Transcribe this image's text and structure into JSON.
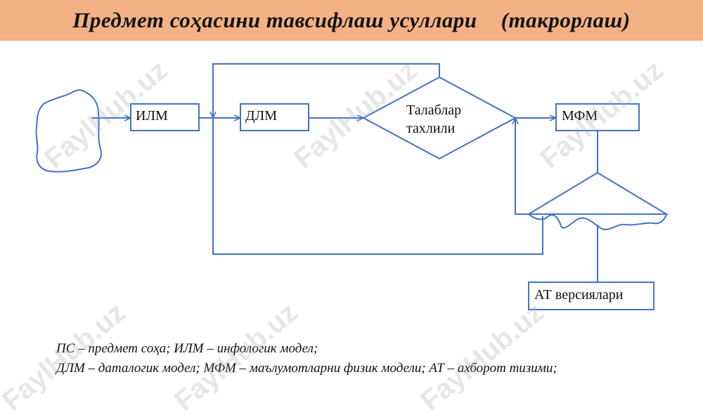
{
  "header": {
    "title_main": "Предмет соҳасини тавсифлаш усуллари",
    "title_note": "(такрорлаш)",
    "background": "#f4b183"
  },
  "diagram": {
    "line_color": "#4472c4",
    "nodes": {
      "ilm": "ИЛМ",
      "dlm": "ДЛМ",
      "requirements_line1": "Талаблар",
      "requirements_line2": "тахлили",
      "mfm": "МФМ",
      "at_versions": "АТ версиялари"
    }
  },
  "legend": {
    "line1": "ПС – предмет соҳа; ИЛМ – инфологик модел;",
    "line2": "ДЛМ – даталогик модел; МФМ – маълумотларни физик модели; АТ – ахборот тизими;"
  },
  "watermark": {
    "text": "FaylHub.uz"
  }
}
